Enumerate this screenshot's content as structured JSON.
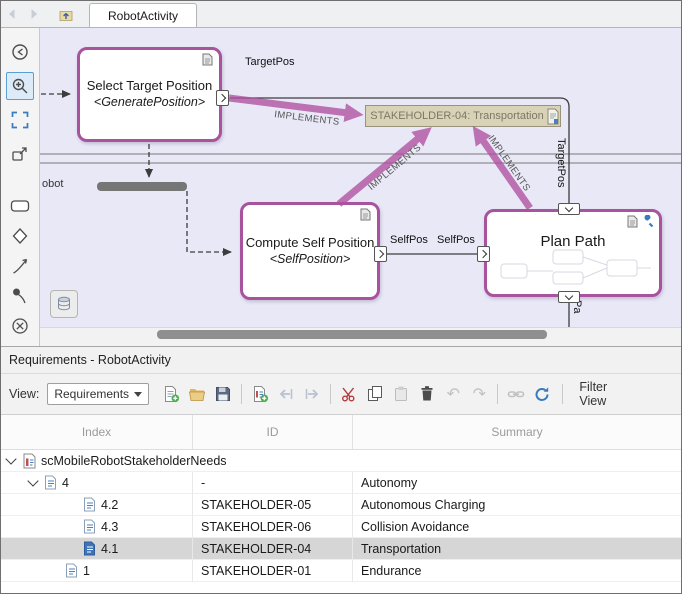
{
  "colors": {
    "accent": "#a8539e",
    "canvas_bg": "#e9e8f7",
    "requirement_fill": "#d8d2b7",
    "requirement_text": "#7d7767",
    "selected_row": "#d6d6d6",
    "tool_highlight": "#5a9fd4",
    "refresh_blue": "#3a7bc0"
  },
  "icons": {
    "undo_glyph": "↶",
    "redo_glyph": "↷"
  },
  "tabbar": {
    "tab_label": "RobotActivity"
  },
  "canvas": {
    "blocks": {
      "select_target": {
        "title": "Select Target Position",
        "subtitle": "<GeneratePosition>"
      },
      "compute_self": {
        "title": "Compute Self Position",
        "subtitle": "<SelfPosition>"
      },
      "plan_path": {
        "title": "Plan Path"
      }
    },
    "requirement_annotation": "STAKEHOLDER-04: Transportation",
    "labels": {
      "target_pos": "TargetPos",
      "self_pos_a": "SelfPos",
      "self_pos_b": "SelfPos",
      "target_pos_vertical": "TargetPos",
      "path_partial": "Pa",
      "swimlane_partial": "obot",
      "implements_a": "IMPLEMENTS",
      "implements_b": "IMPLEMENTS",
      "implements_c": "IMPLEMENTS"
    }
  },
  "requirements_panel": {
    "title": "Requirements - RobotActivity",
    "toolbar": {
      "view_label": "View:",
      "view_value": "Requirements",
      "filter_label": "Filter View"
    },
    "table": {
      "columns": [
        "Index",
        "ID",
        "Summary"
      ],
      "rows": [
        {
          "index": "scMobileRobotStakeholderNeeds",
          "id": "",
          "summary": ""
        },
        {
          "index": "4",
          "id": "-",
          "summary": "Autonomy"
        },
        {
          "index": "4.2",
          "id": "STAKEHOLDER-05",
          "summary": "Autonomous Charging"
        },
        {
          "index": "4.3",
          "id": "STAKEHOLDER-06",
          "summary": "Collision Avoidance"
        },
        {
          "index": "4.1",
          "id": "STAKEHOLDER-04",
          "summary": "Transportation"
        },
        {
          "index": "1",
          "id": "STAKEHOLDER-01",
          "summary": "Endurance"
        }
      ]
    }
  }
}
